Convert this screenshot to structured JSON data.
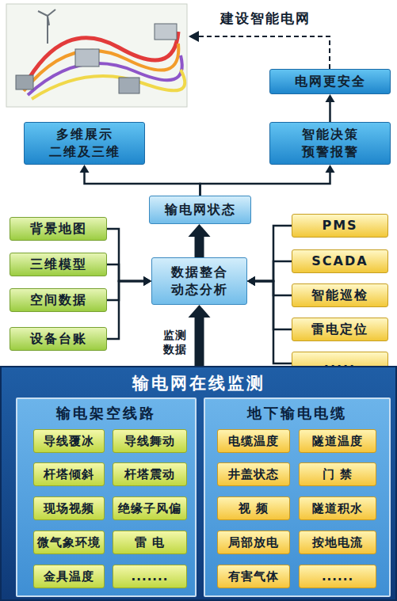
{
  "diagram": {
    "nodes": [
      {
        "text": [
          "电网更安全"
        ]
      },
      {
        "text": [
          "多维展示 二维及三维"
        ]
      },
      {
        "text": [
          "智能决策 预警报警"
        ]
      },
      {
        "text": [
          "输电网状态"
        ]
      },
      {
        "text": [
          "背景地图"
        ]
      },
      {
        "text": [
          "三维模型"
        ]
      },
      {
        "text": [
          "空间数据"
        ]
      },
      {
        "text": [
          "设备台账"
        ]
      },
      {
        "text": [
          "数据整合 动态分析"
        ]
      },
      {
        "text": [
          "PMS"
        ]
      },
      {
        "text": [
          "SCADA"
        ]
      },
      {
        "text": [
          "智能巡检"
        ]
      },
      {
        "text": [
          "雷电定位"
        ]
      },
      {
        "text": [
          "....."
        ]
      },
      {
        "text": [
          "输电网在线监测"
        ]
      },
      {
        "text": [
          "输电架空线路"
        ],
        "in": 14
      },
      {
        "text": [
          "导线覆冰"
        ],
        "in": 15
      },
      {
        "text": [
          "导线舞动"
        ],
        "in": 15
      },
      {
        "text": [
          "杆塔倾斜"
        ],
        "in": 15
      },
      {
        "text": [
          "杆塔震动"
        ],
        "in": 15
      },
      {
        "text": [
          "现场视频"
        ],
        "in": 15
      },
      {
        "text": [
          "绝缘子风偏"
        ],
        "in": 15
      },
      {
        "text": [
          "微气象环境"
        ],
        "in": 15
      },
      {
        "text": [
          "雷 电"
        ],
        "in": 15
      },
      {
        "text": [
          "金具温度"
        ],
        "in": 15
      },
      {
        "text": [
          "......."
        ],
        "in": 15
      },
      {
        "text": [
          "地下输电电缆"
        ],
        "in": 14
      },
      {
        "text": [
          "电缆温度"
        ],
        "in": 26
      },
      {
        "text": [
          "隧道温度"
        ],
        "in": 26
      },
      {
        "text": [
          "井盖状态"
        ],
        "in": 26
      },
      {
        "text": [
          "门 禁"
        ],
        "in": 26
      },
      {
        "text": [
          "视 频"
        ],
        "in": 26
      },
      {
        "text": [
          "隧道积水"
        ],
        "in": 26
      },
      {
        "text": [
          "局部放电"
        ],
        "in": 26
      },
      {
        "text": [
          "按地电流"
        ],
        "in": 26
      },
      {
        "text": [
          "有害气体"
        ],
        "in": 26
      },
      {
        "text": [
          "......"
        ],
        "in": 26
      }
    ],
    "edges": [
      {
        "from": 2,
        "to": 0,
        "arrow": "to"
      },
      {
        "from": 3,
        "to": 1,
        "arrow": "to"
      },
      {
        "from": 3,
        "to": 2,
        "arrow": "to"
      },
      {
        "from": 8,
        "to": 3,
        "arrow": "to"
      },
      {
        "from": 4,
        "to": 8,
        "arrow": "to"
      },
      {
        "from": 5,
        "to": 8,
        "arrow": "to"
      },
      {
        "from": 6,
        "to": 8,
        "arrow": "to"
      },
      {
        "from": 7,
        "to": 8,
        "arrow": "to"
      },
      {
        "from": 9,
        "to": 8,
        "arrow": "to"
      },
      {
        "from": 10,
        "to": 8,
        "arrow": "to"
      },
      {
        "from": 11,
        "to": 8,
        "arrow": "to"
      },
      {
        "from": 12,
        "to": 8,
        "arrow": "to"
      },
      {
        "from": 13,
        "to": 8,
        "arrow": "to"
      },
      {
        "from": 14,
        "to": 8,
        "label": "监测 数据",
        "arrow": "to"
      }
    ],
    "labels": [
      "建设智能电网"
    ]
  }
}
